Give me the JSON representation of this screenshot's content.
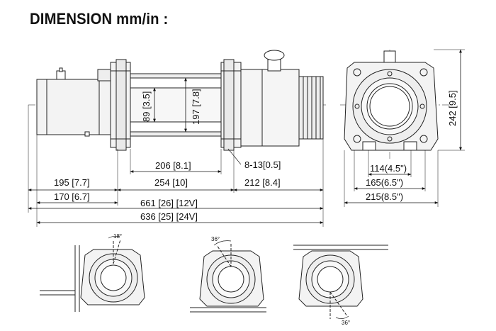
{
  "title": "DIMENSION mm/in :",
  "drum_diameter": "89 [3.5]",
  "flange_diameter": "197 [7.8]",
  "drum_length": "206 [8.1]",
  "bolt_holes": "8-13[0.5]",
  "flange_spacing": "254 [10]",
  "gear_length": "212 [8.4]",
  "motor_length": "195 [7.7]",
  "motor_length_24v": "170 [6.7]",
  "overall_12v": "661 [26] [12V]",
  "overall_24v": "636 [25] [24V]",
  "height": "242 [9.5]",
  "mount_inner": "114(4.5\")",
  "mount_outer": "165(6.5\")",
  "width": "215(8.5\")",
  "angle_1": "18°",
  "angle_2": "36°",
  "angle_3": "36°"
}
